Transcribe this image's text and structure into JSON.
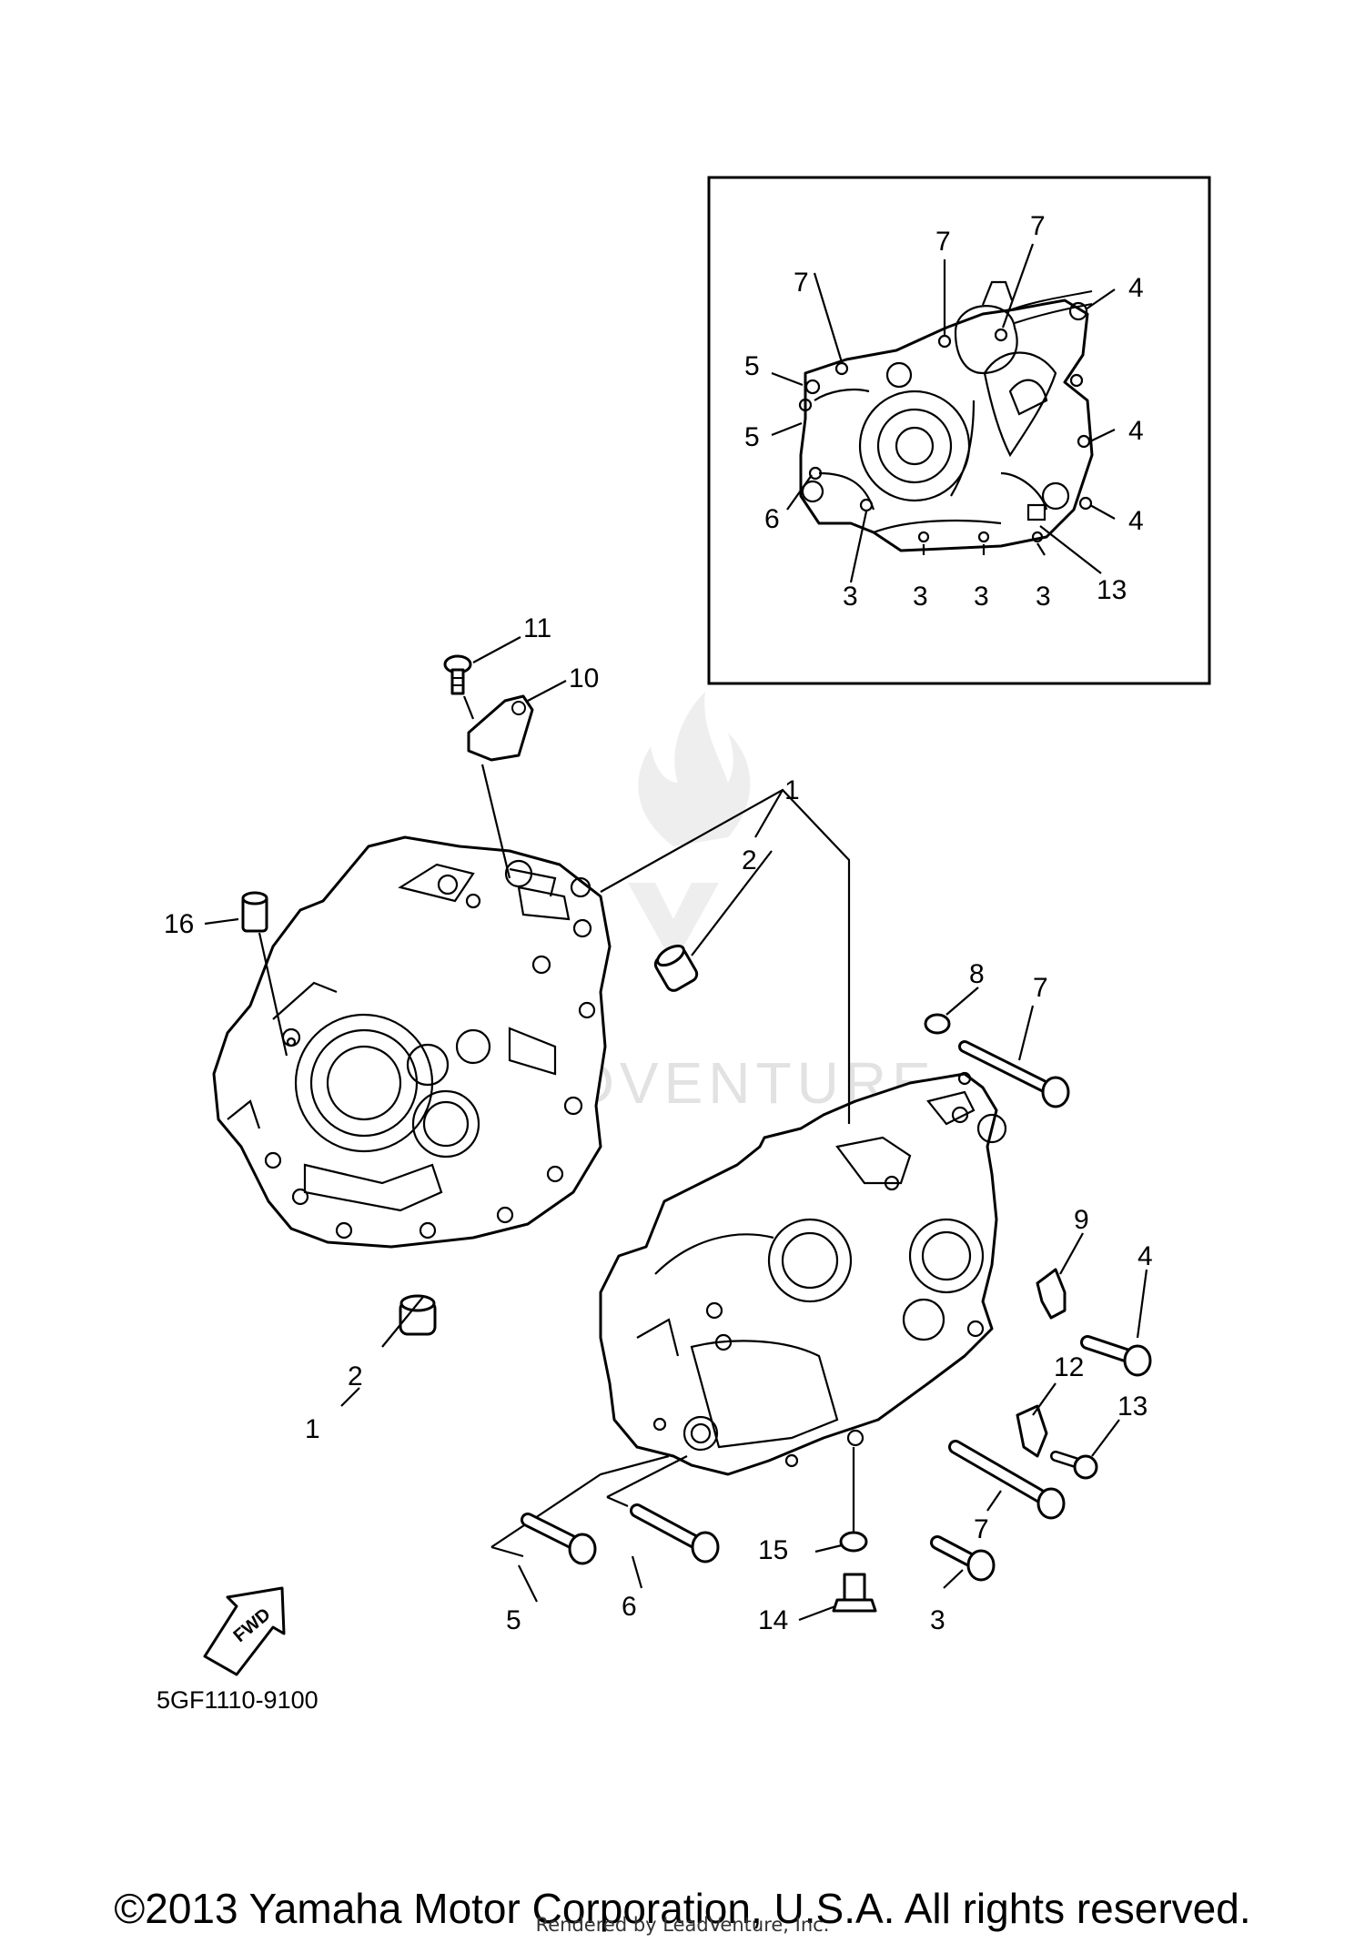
{
  "diagram": {
    "catalog_code": "5GF1110-9100",
    "copyright": "©2013 Yamaha Motor Corporation, U.S.A. All rights reserved.",
    "rendered_by": "Rendered by LeadVenture, Inc.",
    "watermark": "ADVENTURE",
    "fwd_label": "FWD"
  },
  "inset": {
    "callouts": [
      "7",
      "7",
      "7",
      "4",
      "5",
      "5",
      "4",
      "6",
      "4",
      "3",
      "3",
      "3",
      "3",
      "13"
    ]
  },
  "callouts": [
    "11",
    "10",
    "1",
    "2",
    "16",
    "8",
    "7",
    "9",
    "4",
    "12",
    "13",
    "7",
    "2",
    "1",
    "5",
    "6",
    "15",
    "3",
    "14"
  ]
}
